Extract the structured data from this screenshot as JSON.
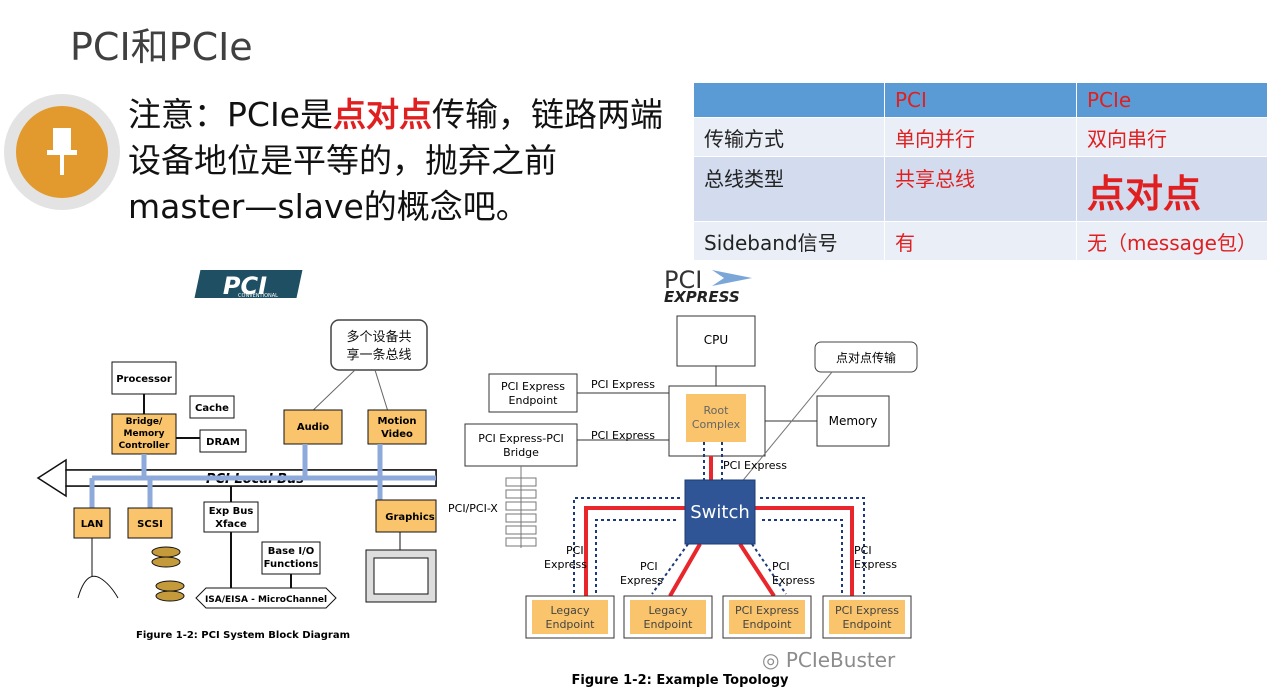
{
  "title": "PCI和PCIe",
  "note": {
    "prefix": "注意：PCIe是",
    "highlight": "点对点",
    "suffix": "传输，链路两端设备地位是平等的，抛弃之前master—slave的概念吧。"
  },
  "pin_icon": "pushpin-icon",
  "table": {
    "header": [
      "",
      "PCI",
      "PCIe"
    ],
    "rows": [
      [
        "传输方式",
        "单向并行",
        "双向串行"
      ],
      [
        "总线类型",
        "共享总线",
        "点对点"
      ],
      [
        "Sideband信号",
        "有",
        "无（message包）"
      ]
    ]
  },
  "pci_diagram": {
    "logo_big": "PCI",
    "logo_small": "CONVENTIONAL",
    "callout_line1": "多个设备共",
    "callout_line2": "享一条总线",
    "blocks": {
      "processor": "Processor",
      "cache": "Cache",
      "bridge1": "Bridge/",
      "bridge2": "Memory",
      "bridge3": "Controller",
      "dram": "DRAM",
      "audio": "Audio",
      "motion1": "Motion",
      "motion2": "Video",
      "bus": "PCI Local Bus",
      "lan": "LAN",
      "scsi": "SCSI",
      "exp1": "Exp Bus",
      "exp2": "Xface",
      "graphics": "Graphics",
      "baseio1": "Base I/O",
      "baseio2": "Functions",
      "isa": "ISA/EISA - MicroChannel"
    },
    "caption": "Figure 1-2:  PCI System Block Diagram"
  },
  "pcie_diagram": {
    "logo_top": "PCI",
    "logo_bottom": "EXPRESS",
    "cpu": "CPU",
    "callout": "点对点传输",
    "memory": "Memory",
    "root1": "Root",
    "root2": "Complex",
    "switch": "Switch",
    "ep_top1": "PCI Express",
    "ep_top2": "Endpoint",
    "bridge1": "PCI Express-PCI",
    "bridge2": "Bridge",
    "link_label": "PCI Express",
    "pcix": "PCI/PCI-X",
    "link_pci": "PCI",
    "link_express": "Express",
    "ep1a": "Legacy",
    "ep1b": "Endpoint",
    "ep2a": "Legacy",
    "ep2b": "Endpoint",
    "ep3a": "PCI Express",
    "ep3b": "Endpoint",
    "ep4a": "PCI Express",
    "ep4b": "Endpoint",
    "caption": "Figure 1-2:  Example Topology"
  },
  "watermark": "PCIeBuster",
  "colors": {
    "highlight_red": "#e02020",
    "table_header": "#5b9bd5",
    "pin_orange": "#e29a2e",
    "device_orange": "#f9c46b",
    "bus_blue": "#8eaadb",
    "switch_blue": "#2f5597"
  }
}
